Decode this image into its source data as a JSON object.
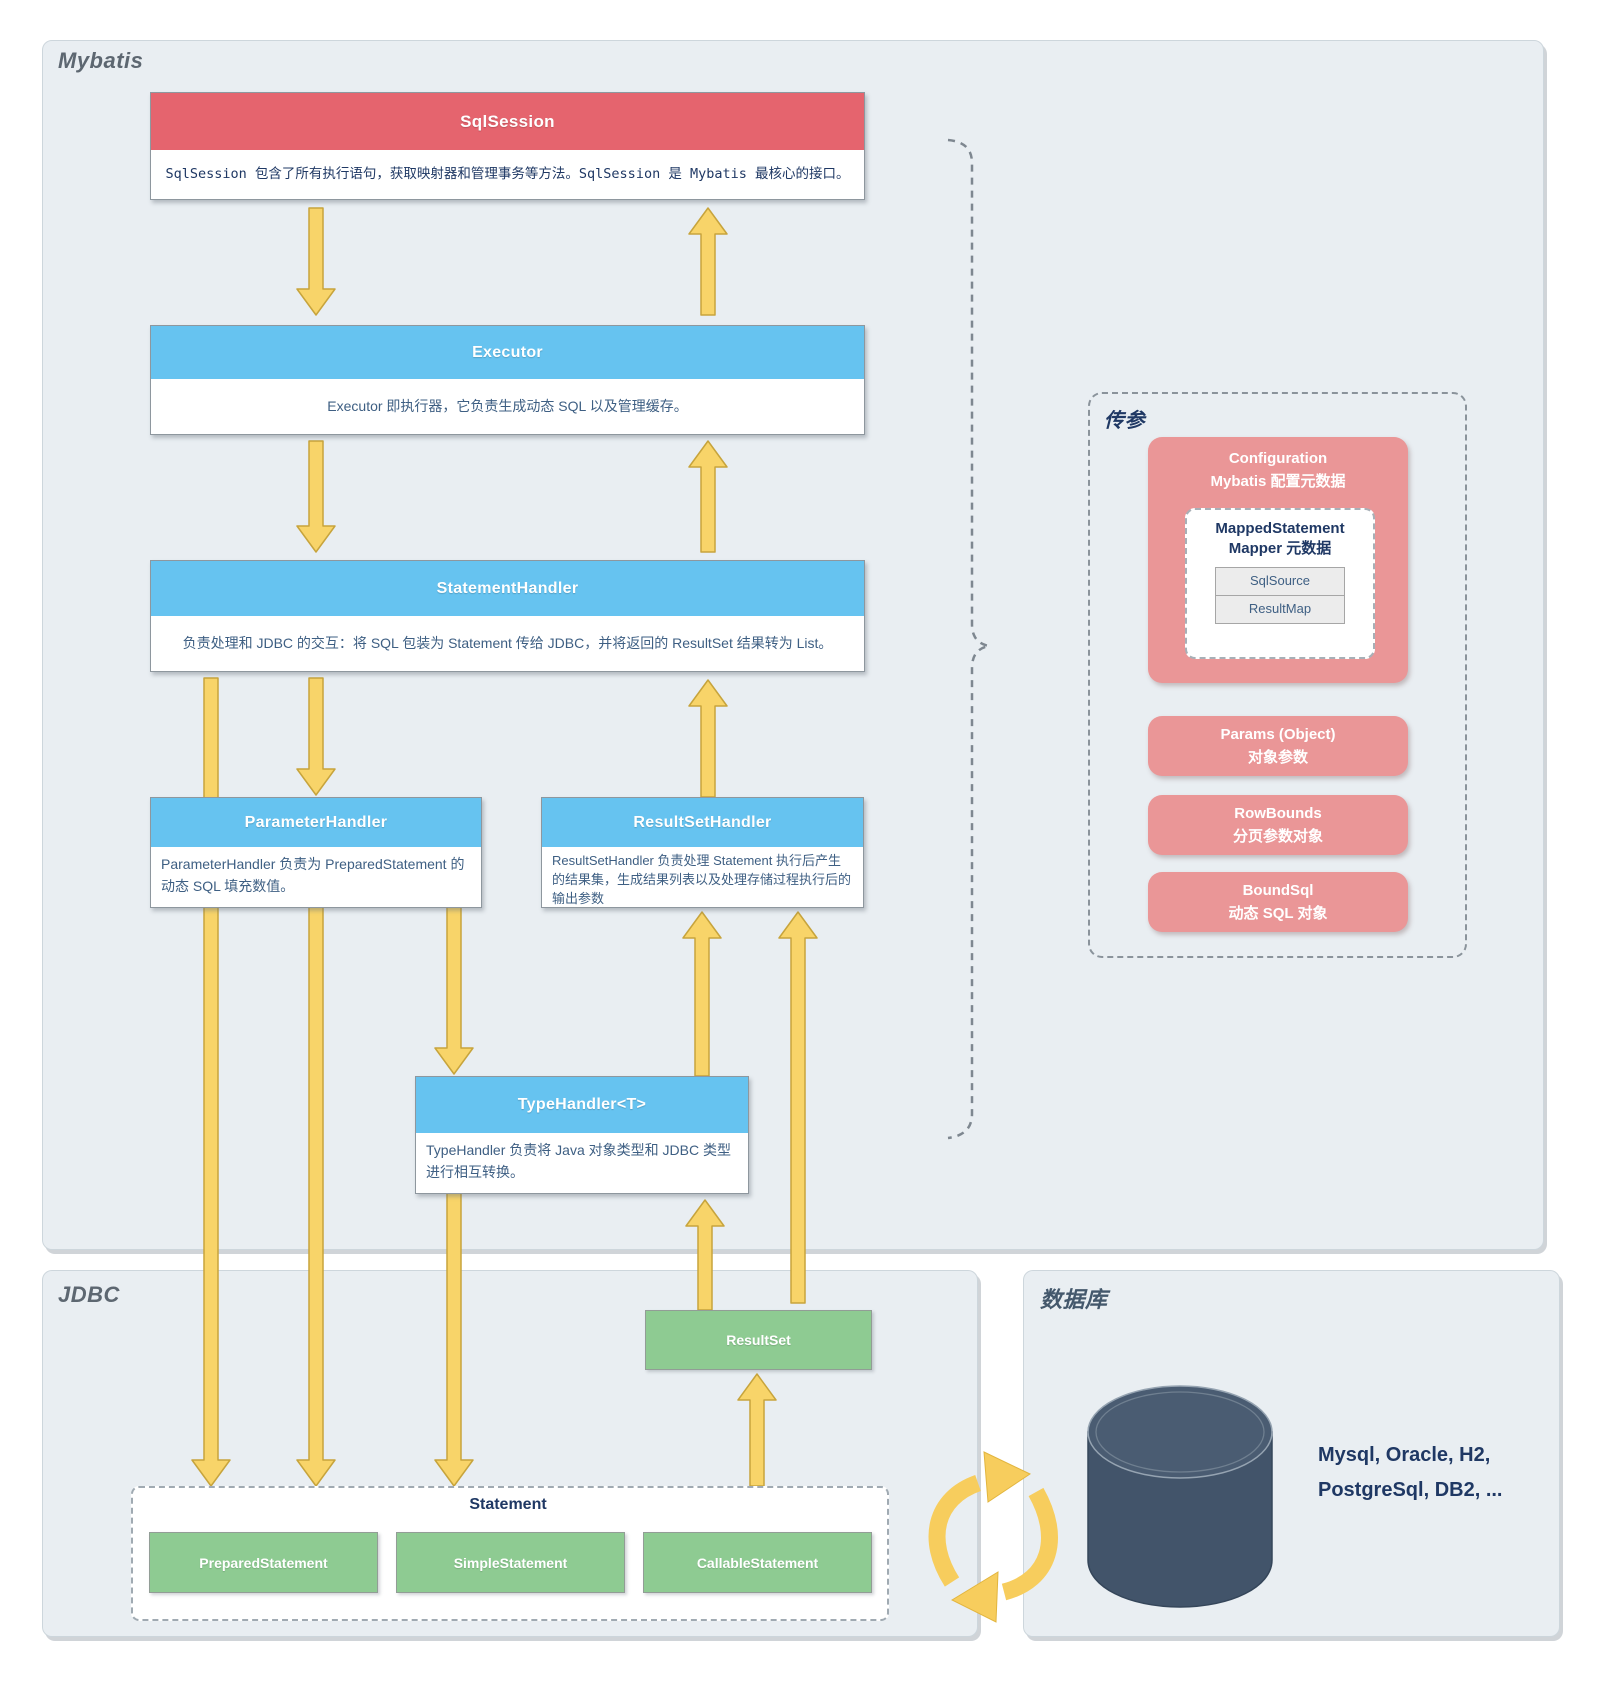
{
  "mybatis": {
    "label": "Mybatis"
  },
  "flow": {
    "sqlsession": {
      "title": "SqlSession",
      "desc": "SqlSession 包含了所有执行语句，获取映射器和管理事务等方法。SqlSession 是 Mybatis 最核心的接口。"
    },
    "executor": {
      "title": "Executor",
      "desc": "Executor 即执行器，它负责生成动态 SQL 以及管理缓存。"
    },
    "statement_handler": {
      "title": "StatementHandler",
      "desc": "负责处理和 JDBC 的交互：将 SQL 包装为 Statement 传给 JDBC，并将返回的 ResultSet 结果转为 List。"
    },
    "parameter_handler": {
      "title": "ParameterHandler",
      "desc": "ParameterHandler 负责为 PreparedStatement 的动态 SQL 填充数值。"
    },
    "resultset_handler": {
      "title": "ResultSetHandler",
      "desc": "ResultSetHandler 负责处理 Statement 执行后产生的结果集，生成结果列表以及处理存储过程执行后的输出参数"
    },
    "type_handler": {
      "title": "TypeHandler<T>",
      "desc": "TypeHandler 负责将 Java 对象类型和 JDBC 类型进行相互转换。"
    }
  },
  "params_panel": {
    "label": "传参",
    "configuration": {
      "title_line1": "Configuration",
      "title_line2": "Mybatis 配置元数据"
    },
    "mapped_statement": {
      "title_line1": "MappedStatement",
      "title_line2": "Mapper 元数据",
      "items": [
        "SqlSource",
        "ResultMap"
      ]
    },
    "param_boxes": [
      {
        "line1": "Params (Object)",
        "line2": "对象参数"
      },
      {
        "line1": "RowBounds",
        "line2": "分页参数对象"
      },
      {
        "line1": "BoundSql",
        "line2": "动态 SQL 对象"
      }
    ]
  },
  "jdbc": {
    "label": "JDBC",
    "resultset": "ResultSet",
    "statement": {
      "title": "Statement",
      "children": [
        "PreparedStatement",
        "SimpleStatement",
        "CallableStatement"
      ]
    }
  },
  "database": {
    "label": "数据库",
    "engines_line1": "Mysql, Oracle, H2,",
    "engines_line2": "PostgreSql, DB2, ..."
  },
  "colors": {
    "red": "#e5646e",
    "blue": "#66c3f0",
    "green": "#8ecb92",
    "pink": "#ea9697",
    "yellow": "#f8d469",
    "navy": "#1f3864"
  }
}
